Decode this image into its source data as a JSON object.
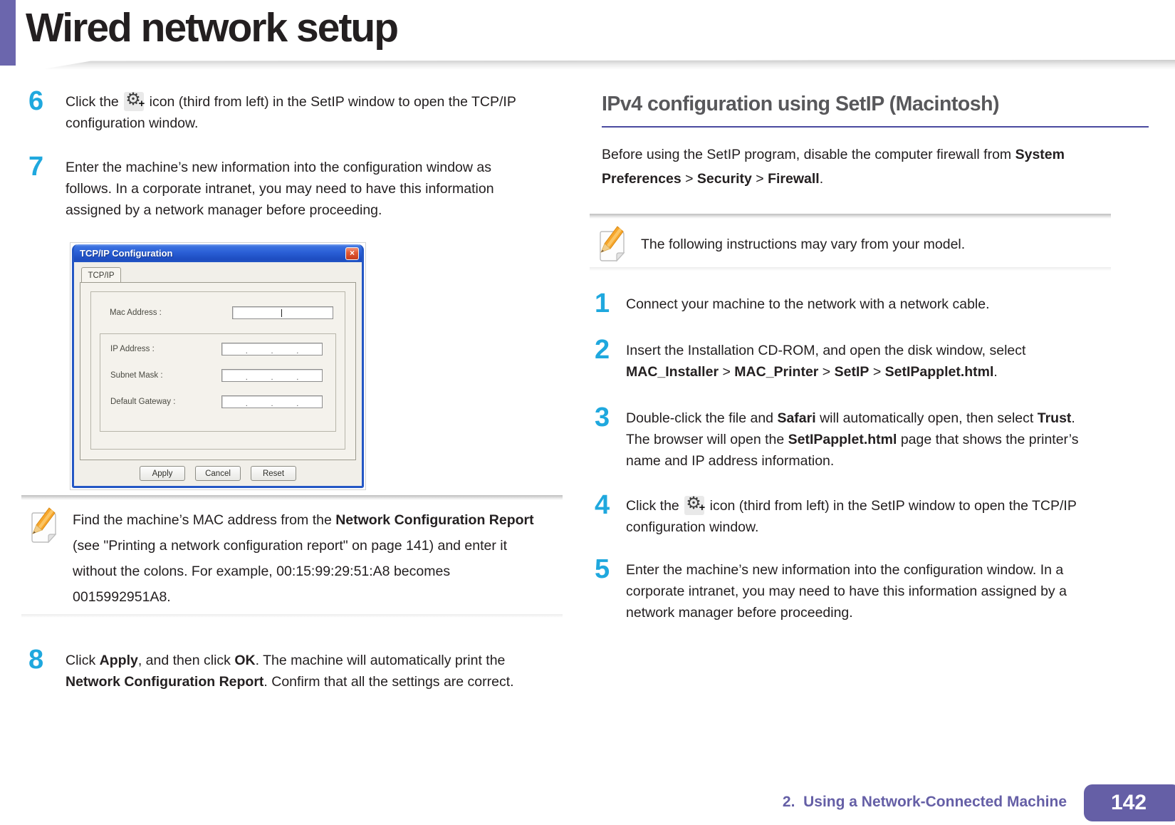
{
  "colors": {
    "accent": "#6B66AD",
    "step-number": "#1FA8DE",
    "heading": "#58585B",
    "heading-underline": "#4B4BA0",
    "footer-purple": "#655FA6",
    "body-text": "#242021"
  },
  "icons": {
    "gear_glyph": "⚙",
    "plus_glyph": "+"
  },
  "header": {
    "title": "Wired network setup"
  },
  "left": {
    "steps": {
      "s6": {
        "num": "6",
        "segments": [
          {
            "t": "Click the "
          },
          {
            "icon": "gear-plus"
          },
          {
            "t": " icon (third from left) in the SetIP window to open the TCP/IP configuration window."
          }
        ]
      },
      "s7": {
        "num": "7",
        "segments": [
          {
            "t": "Enter the machine’s new information into the configuration window as follows. In a corporate intranet, you may need to have this information assigned by a network manager before proceeding."
          }
        ]
      },
      "s8": {
        "num": "8",
        "segments": [
          {
            "t": "Click "
          },
          {
            "t": "Apply",
            "b": true
          },
          {
            "t": ", and then click "
          },
          {
            "t": "OK",
            "b": true
          },
          {
            "t": ". The machine will automatically print the "
          },
          {
            "t": "Network Configuration Report",
            "b": true
          },
          {
            "t": ". Confirm that all the settings are correct."
          }
        ]
      }
    },
    "dialog": {
      "title": "TCP/IP Configuration",
      "tab": "TCP/IP",
      "dot": ".",
      "fields": [
        {
          "label": "Mac Address :"
        },
        {
          "label": "IP Address :"
        },
        {
          "label": "Subnet Mask :"
        },
        {
          "label": "Default Gateway :"
        }
      ],
      "buttons": [
        "Apply",
        "Cancel",
        "Reset"
      ]
    },
    "note": {
      "segments": [
        {
          "t": "Find the machine’s MAC address from the "
        },
        {
          "t": "Network Configuration Report",
          "b": true
        },
        {
          "t": " (see \"Printing a network configuration report\" on page 141) and enter it without the colons. For example, 00:15:99:29:51:A8 becomes 0015992951A8."
        }
      ]
    }
  },
  "right": {
    "heading": "IPv4 configuration using SetIP (Macintosh)",
    "intro": {
      "segments": [
        {
          "t": "Before using the SetIP program, disable the computer firewall from "
        },
        {
          "t": "System Preferences",
          "b": true
        },
        {
          "t": " > "
        },
        {
          "t": "Security",
          "b": true
        },
        {
          "t": " > "
        },
        {
          "t": "Firewall",
          "b": true
        },
        {
          "t": "."
        }
      ]
    },
    "note": {
      "segments": [
        {
          "t": "The following instructions may vary from your model."
        }
      ]
    },
    "steps": {
      "s1": {
        "num": "1",
        "segments": [
          {
            "t": "Connect your machine to the network with a network cable."
          }
        ]
      },
      "s2": {
        "num": "2",
        "segments": [
          {
            "t": "Insert the Installation CD-ROM, and open the disk window, select "
          },
          {
            "t": "MAC_Installer",
            "b": true
          },
          {
            "t": " > "
          },
          {
            "t": "MAC_Printer",
            "b": true
          },
          {
            "t": " > "
          },
          {
            "t": "SetIP",
            "b": true
          },
          {
            "t": " > "
          },
          {
            "t": "SetIPapplet.html",
            "b": true
          },
          {
            "t": "."
          }
        ]
      },
      "s3": {
        "num": "3",
        "segments": [
          {
            "t": "Double-click the file and "
          },
          {
            "t": "Safari",
            "b": true
          },
          {
            "t": " will automatically open, then select "
          },
          {
            "t": "Trust",
            "b": true
          },
          {
            "t": ". The browser will open the "
          },
          {
            "t": "SetIPapplet.html",
            "b": true
          },
          {
            "t": " page that shows the printer’s name and IP address information."
          }
        ]
      },
      "s4": {
        "num": "4",
        "segments": [
          {
            "t": "Click the "
          },
          {
            "icon": "gear-plus"
          },
          {
            "t": " icon (third from left) in the SetIP window to open the TCP/IP configuration window."
          }
        ]
      },
      "s5": {
        "num": "5",
        "segments": [
          {
            "t": "Enter the machine’s new information into the configuration window. In a corporate intranet, you may need to have this information assigned by a network manager before proceeding."
          }
        ]
      }
    }
  },
  "footer": {
    "chapter": "2.  Using a Network-Connected Machine",
    "page": "142"
  }
}
